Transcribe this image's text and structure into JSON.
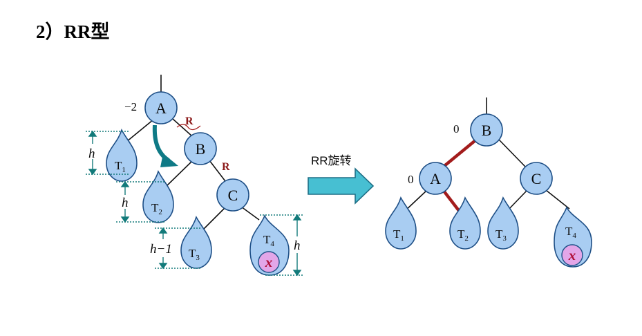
{
  "title": "2）RR型",
  "rotation_label": "RR旋转",
  "before": {
    "nodes": {
      "A": "A",
      "B": "B",
      "C": "C"
    },
    "balance_A": "−2",
    "edge_marks": [
      "R",
      "R"
    ],
    "subtrees": [
      {
        "main": "T",
        "sub": "1"
      },
      {
        "main": "T",
        "sub": "2"
      },
      {
        "main": "T",
        "sub": "3"
      },
      {
        "main": "T",
        "sub": "4"
      }
    ],
    "heights": [
      "h",
      "h",
      "h−1",
      "h"
    ],
    "inserted": "x"
  },
  "after": {
    "nodes": {
      "A": "A",
      "B": "B",
      "C": "C"
    },
    "balance_B": "0",
    "balance_A": "0",
    "subtrees": [
      {
        "main": "T",
        "sub": "1"
      },
      {
        "main": "T",
        "sub": "2"
      },
      {
        "main": "T",
        "sub": "3"
      },
      {
        "main": "T",
        "sub": "4"
      }
    ],
    "inserted": "x"
  },
  "colors": {
    "node_fill": "#a9cdf2",
    "node_stroke": "#1e4f86",
    "highlight_edge": "#a31c1c",
    "arrow_fill": "#47bfd2",
    "curve_arrow": "#0f7a86",
    "dim_line": "#127a7a",
    "x_fill": "#e3a6e8"
  }
}
